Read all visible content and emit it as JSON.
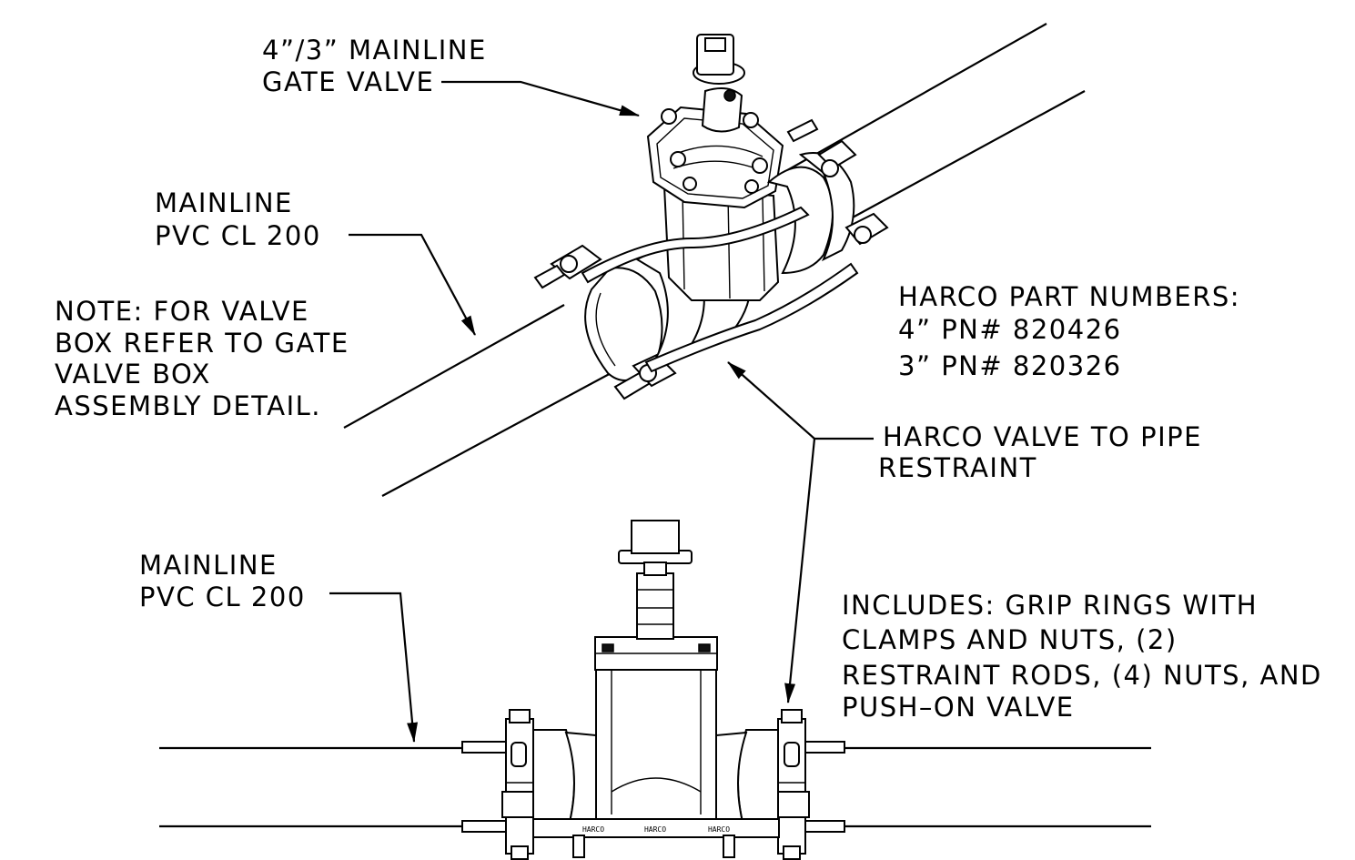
{
  "labels": {
    "gate_valve": [
      "4”/3” MAINLINE",
      "GATE VALVE"
    ],
    "mainline_top": [
      "MAINLINE",
      "PVC CL 200"
    ],
    "note": [
      "NOTE: FOR VALVE",
      "BOX REFER TO GATE",
      "VALVE BOX",
      "ASSEMBLY DETAIL."
    ],
    "part_numbers": [
      "HARCO PART NUMBERS:",
      "4” PN# 820426",
      "3” PN# 820326"
    ],
    "restraint": [
      "HARCO VALVE TO PIPE",
      "RESTRAINT"
    ],
    "mainline_bottom": [
      "MAINLINE",
      "PVC CL 200"
    ],
    "includes": [
      "INCLUDES: GRIP RINGS WITH",
      "CLAMPS AND NUTS, (2)",
      "RESTRAINT RODS, (4) NUTS, AND",
      "PUSH–ON VALVE"
    ]
  },
  "stamps": {
    "rod_markings": [
      "HARCO",
      "HARCO",
      "HARCO"
    ]
  }
}
